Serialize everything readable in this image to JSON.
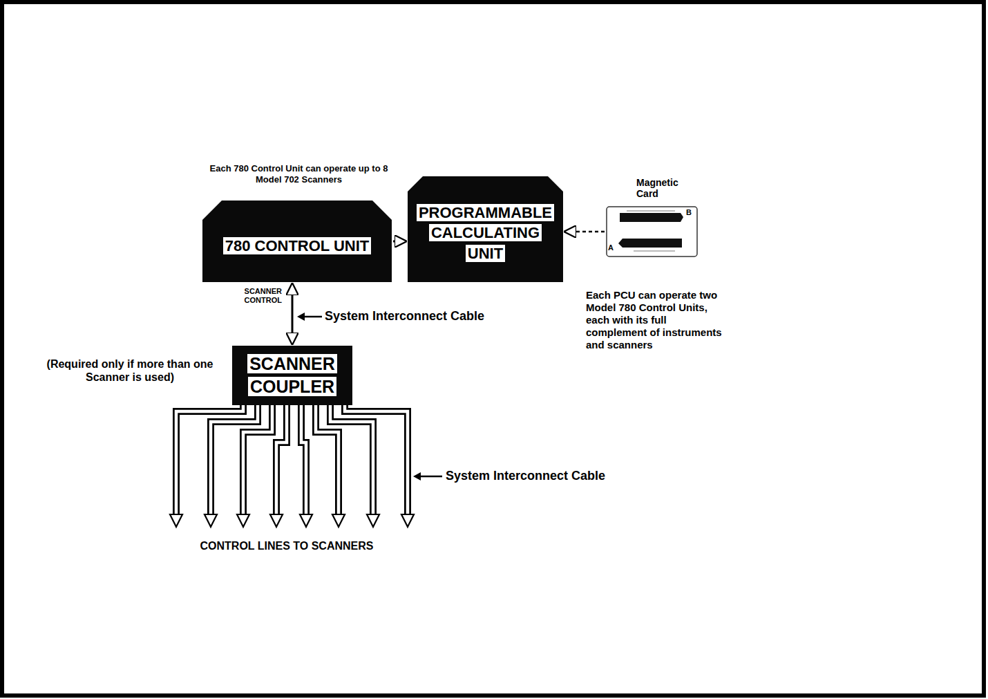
{
  "diagram": {
    "nodes": [
      {
        "text": [
          "780 CONTROL UNIT"
        ]
      },
      {
        "text": [
          "PROGRAMMABLE CALCULATING UNIT"
        ]
      },
      {
        "text": [
          "SCANNER COUPLER"
        ]
      },
      {
        "text": [
          "Magnetic Card"
        ]
      }
    ],
    "edges": [
      {
        "from": 0,
        "to": 1,
        "arrow": "to"
      },
      {
        "from": 3,
        "to": 1,
        "arrow": "to"
      },
      {
        "from": 0,
        "to": 2,
        "arrow": "both"
      }
    ],
    "labels": [
      "Each 780 Control Unit can operate up to 8 Model 702 Scanners",
      "SCANNER CONTROL",
      "System Interconnect Cable",
      "(Required only if more than one Scanner is used)",
      "System Interconnect Cable",
      "CONTROL LINES TO SCANNERS",
      "Each PCU can operate two Model 780 Control Units, each with its full complement of instruments and scanners",
      "B",
      "A"
    ]
  }
}
